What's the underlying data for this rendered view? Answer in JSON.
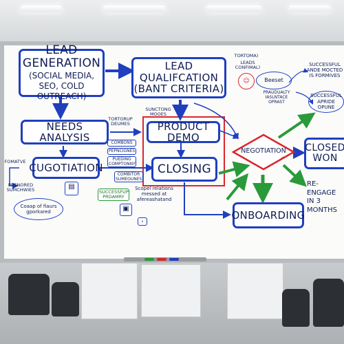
{
  "diagram": {
    "nodes": {
      "lead_generation": {
        "title": "LEAD GENERATION",
        "sub": "(SOCIAL MEDIA, SEO, COLD OUTREACH)"
      },
      "lead_qualification": {
        "title": "LEAD QUALIFCATION",
        "sub": "(BANT CRITERIA)"
      },
      "needs_analysis": {
        "title": "NEEDS ANALYSIS"
      },
      "cugotiation": {
        "title": "CUGOTIATION"
      },
      "product_demo": {
        "title": "PRODUCT DEMO"
      },
      "closing": {
        "title": "CLOSING"
      },
      "negotiation": {
        "title": "NEGOTIATION"
      },
      "closed_won": {
        "title": "CLOSED WON"
      },
      "re_engage": {
        "title": "RE-ENGAGE IN 3 MONTHS"
      },
      "onboarding": {
        "title": "ONBOARDING"
      }
    },
    "notes": {
      "tortoma": "TORTOMA)",
      "leads_confimal": "LEADS CONFIMAL)",
      "beeset": "Beeset",
      "praducalty": "PRAUDUALTY IASLNTACE OPRAST",
      "successful_top": "SUCCESSFUL ANDE MOCTED IS FORMIVES",
      "successful_right": "SUCCESSFUL APRIDE OPUNE",
      "tortorup": "TORTORUP DEUMES",
      "sunctong": "SUNCTONG MOOES",
      "fomatve": "FOMATVE",
      "prenored": "PRENORED SUMCHWIES",
      "combons": "COMBONS",
      "pepncignes": "PEPNCIGNES",
      "pueding": "PUEDING COMPTONNY",
      "combitor": "COMBITOR SUMEOUNES",
      "successful_prdmry": "SUCCESSFUP PRDAMRY",
      "scopel": "Scopel relations messed at afereashatand",
      "coaop": "Coaap of fiaurs gporkared"
    },
    "colors": {
      "ink": "#1f3fbf",
      "green": "#2a9a3a",
      "red": "#d9262c",
      "text": "#0f1d55"
    }
  }
}
